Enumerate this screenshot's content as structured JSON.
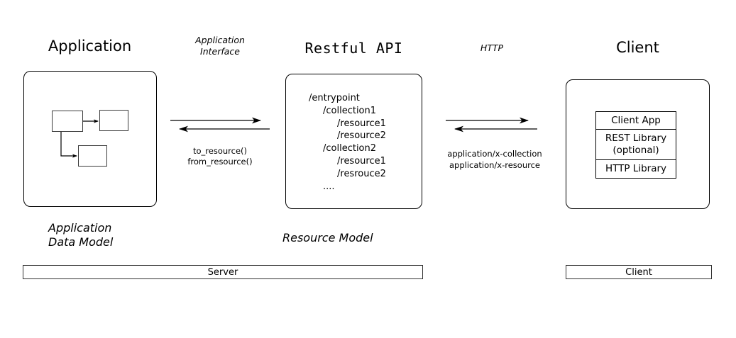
{
  "diagram": {
    "columns": {
      "application": {
        "title": "Application",
        "caption": "Application\nData Model"
      },
      "api": {
        "title": "Restful API",
        "caption": "Resource Model"
      },
      "client": {
        "title": "Client"
      }
    },
    "links": {
      "app_interface": {
        "title": "Application\nInterface",
        "label_line1": "to_resource()",
        "label_line2": "from_resource()"
      },
      "http": {
        "title": "HTTP",
        "label_line1": "application/x-collection",
        "label_line2": "application/x-resource"
      }
    },
    "api_resource_tree": [
      {
        "text": "/entrypoint",
        "indent": 0
      },
      {
        "text": "/collection1",
        "indent": 1
      },
      {
        "text": "/resource1",
        "indent": 2
      },
      {
        "text": "/resource2",
        "indent": 2
      },
      {
        "text": "/collection2",
        "indent": 1
      },
      {
        "text": "/resource1",
        "indent": 2
      },
      {
        "text": "/resrouce2",
        "indent": 2
      },
      {
        "text": "....",
        "indent": 1
      }
    ],
    "client_stack": [
      {
        "label": "Client App"
      },
      {
        "label": "REST Library\n(optional)"
      },
      {
        "label": "HTTP Library"
      }
    ],
    "bottom_bars": {
      "server": "Server",
      "client": "Client"
    },
    "colors": {
      "background": "#ffffff",
      "stroke": "#000000",
      "inner_stroke": "#3a3a3a",
      "bar_stroke": "#333333",
      "text": "#000000"
    }
  }
}
